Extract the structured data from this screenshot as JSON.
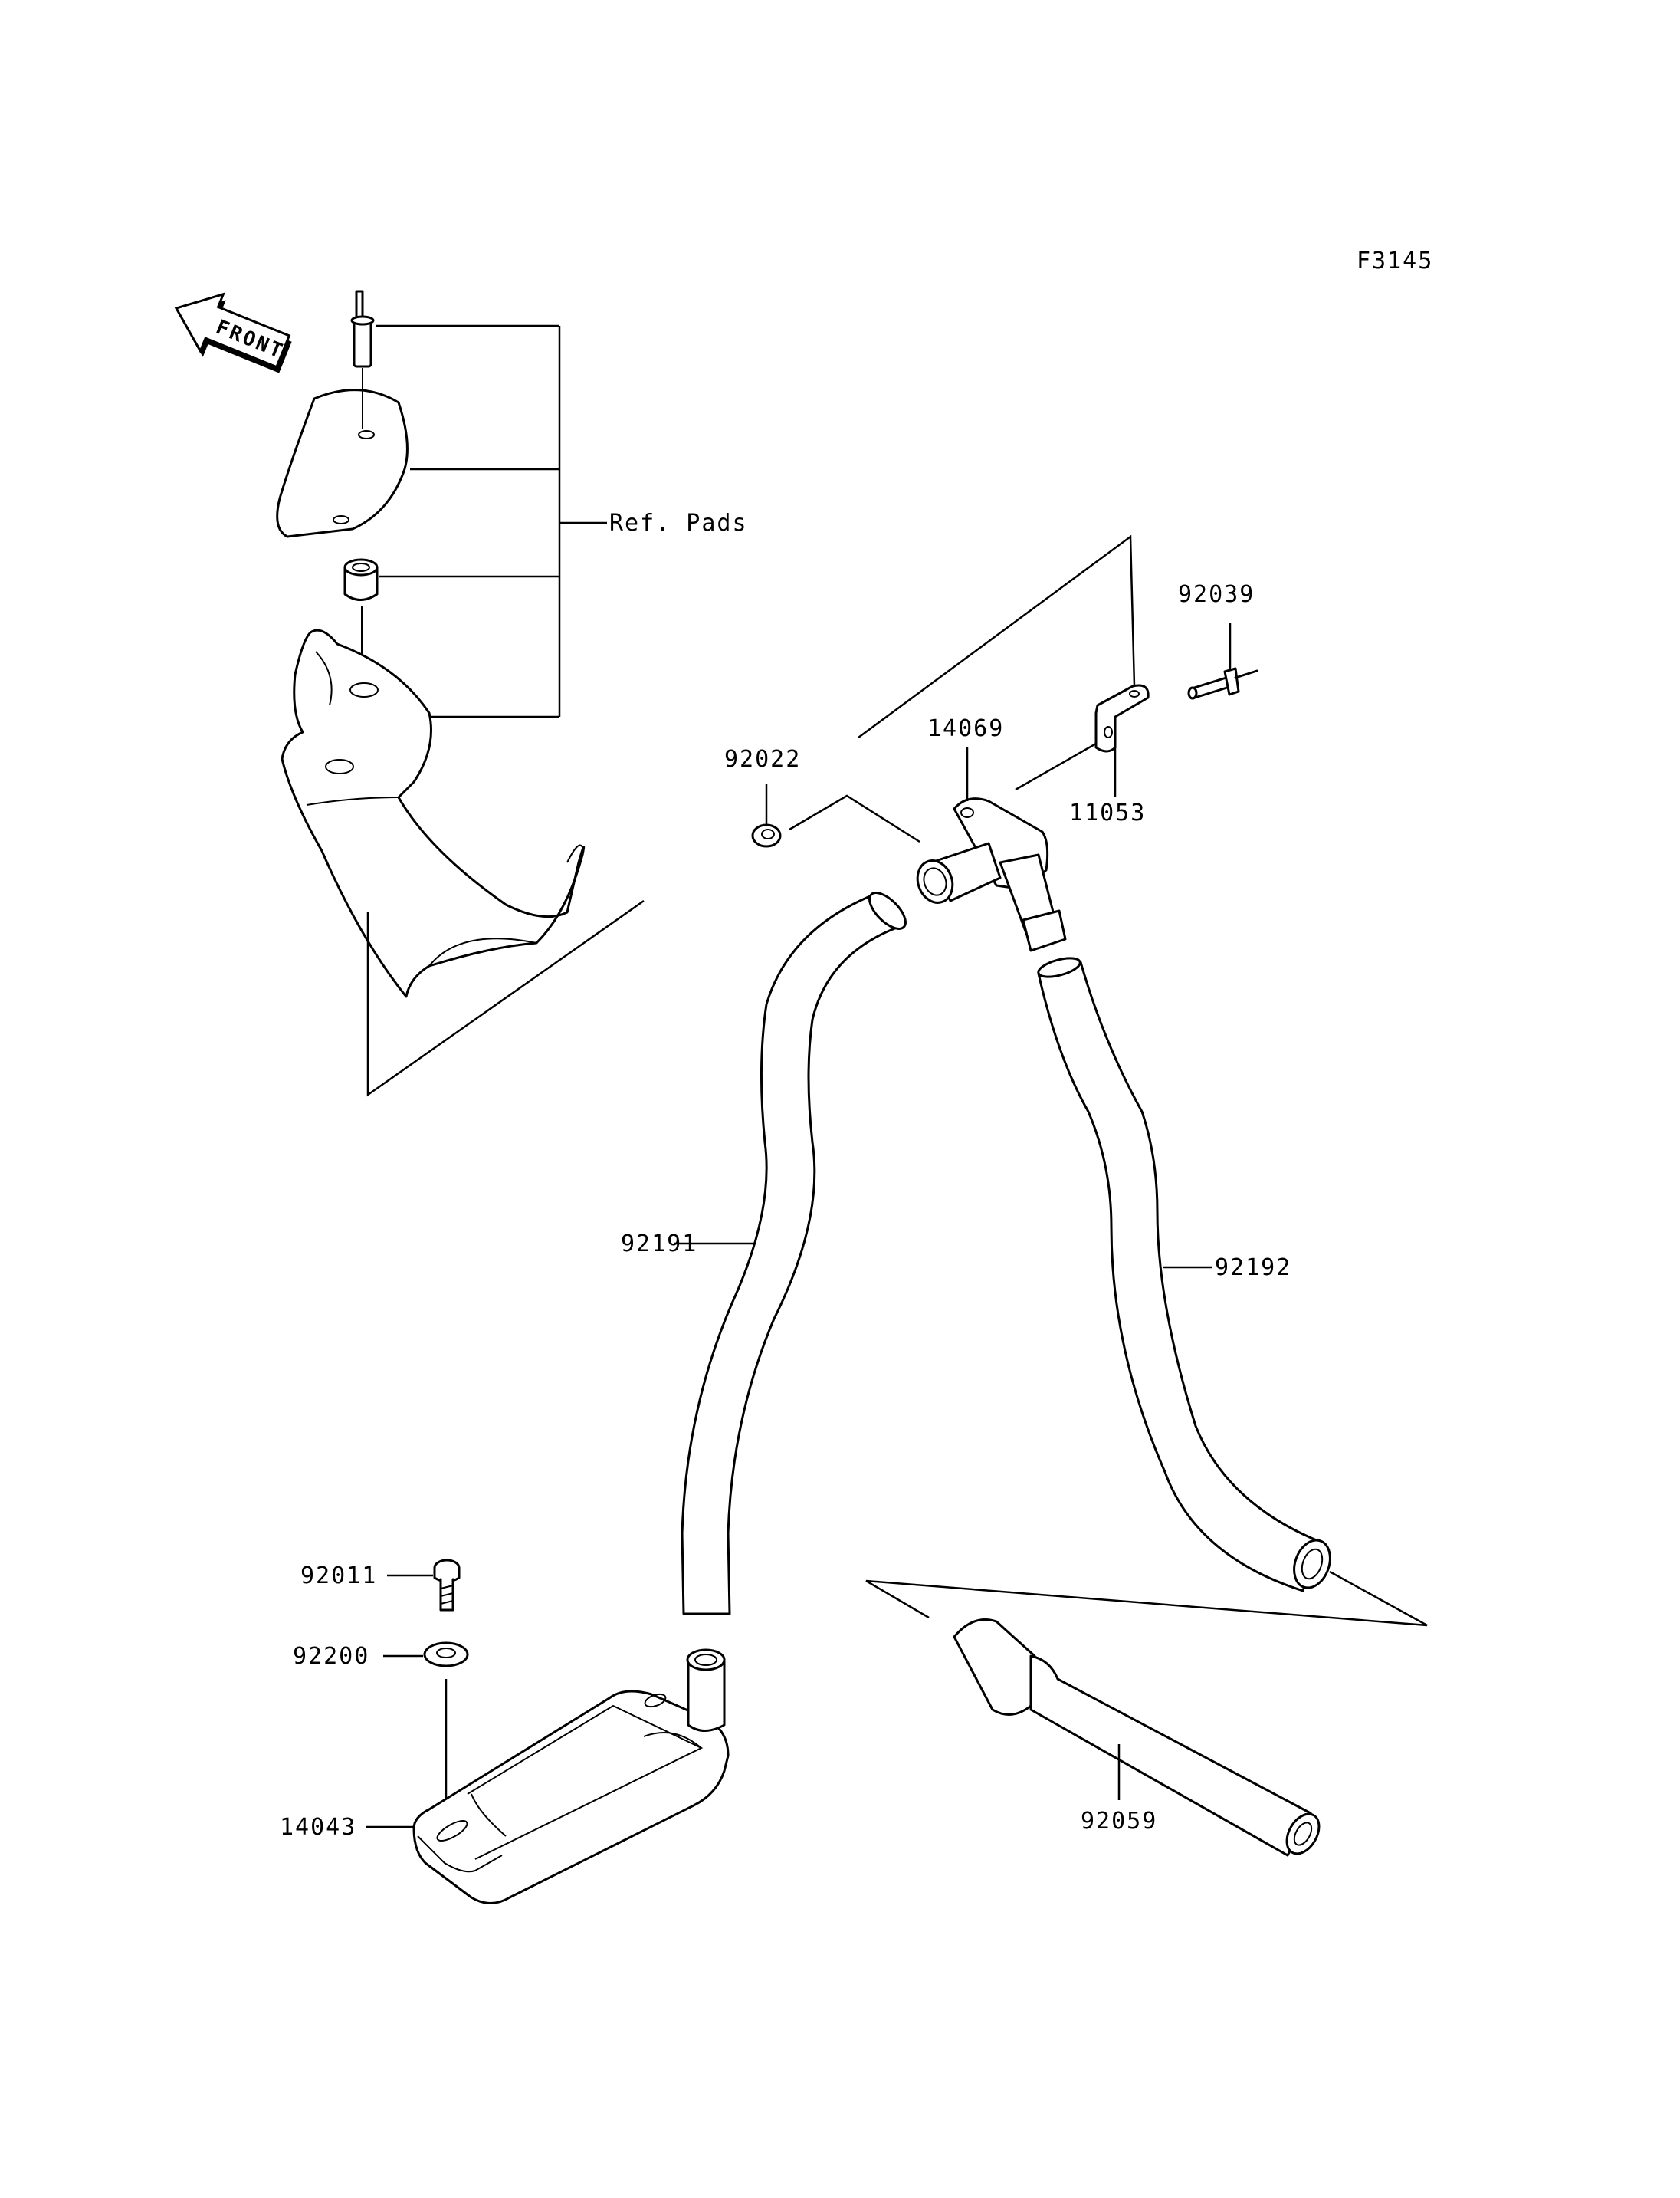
{
  "figure_code": "F3145",
  "front_label": "FRONT",
  "ref_label": "Ref. Pads",
  "parts": {
    "p92039": "92039",
    "p14069": "14069",
    "p92022": "92022",
    "p11053": "11053",
    "p92191": "92191",
    "p92192": "92192",
    "p92011": "92011",
    "p92200": "92200",
    "p14043": "14043",
    "p92059": "92059"
  }
}
